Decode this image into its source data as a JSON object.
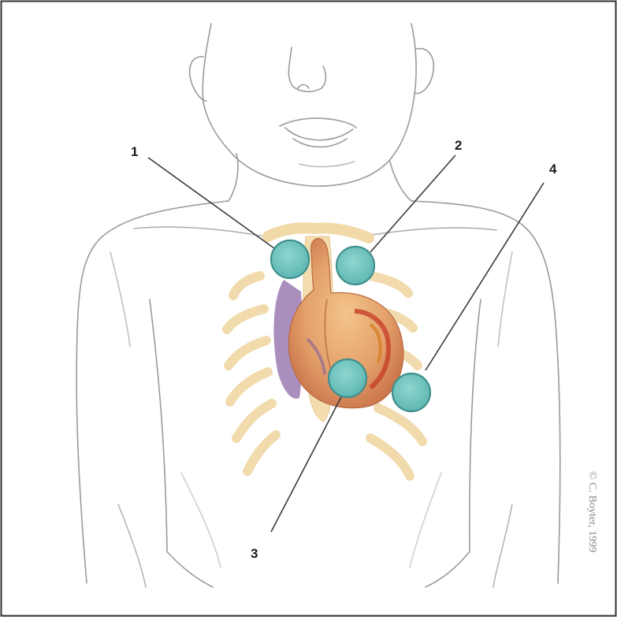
{
  "figure": {
    "copyright": "© C. Boyter, 1999"
  },
  "callouts": [
    {
      "id": "1",
      "label": "1"
    },
    {
      "id": "2",
      "label": "2"
    },
    {
      "id": "3",
      "label": "3"
    },
    {
      "id": "4",
      "label": "4"
    }
  ],
  "colors": {
    "marker_fill": "#6fc4c0",
    "marker_stroke": "#3f8f8c",
    "heart": "#e0a070",
    "ribs": "#f3dcae",
    "sketch_line": "#9a9a9a"
  }
}
